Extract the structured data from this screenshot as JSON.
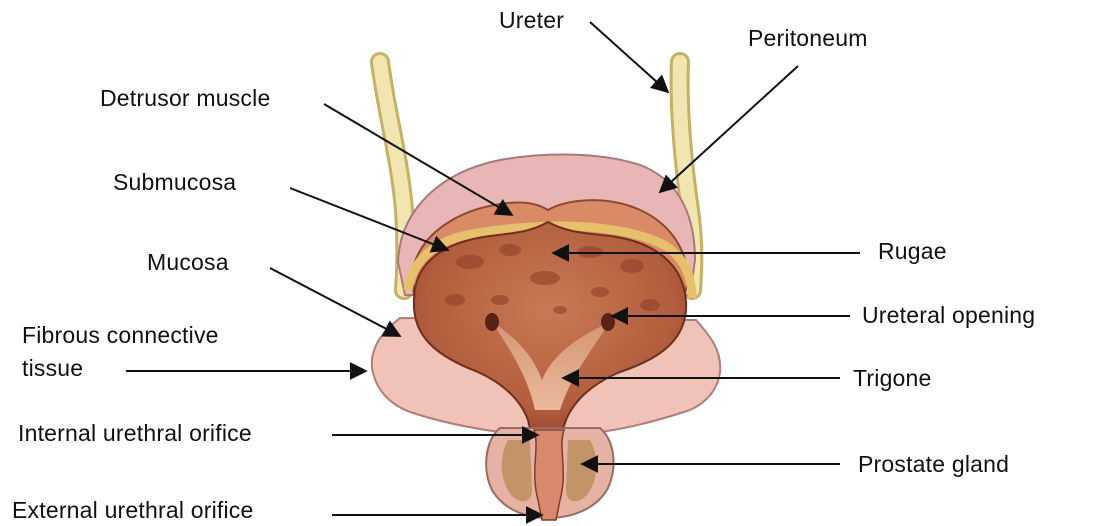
{
  "diagram": {
    "colors": {
      "background": "#ffffff",
      "ureter": "#efe3a6",
      "peritoneum": "#e8b8b6",
      "detrusor_muscle": "#d98a66",
      "submucosa": "#e9c474",
      "mucosa_interior": "#b5603f",
      "fibrous_tissue": "#f1c2b8",
      "prostate": "#e3ae9f",
      "leader_lines": "#111111"
    },
    "labels": {
      "ureter": "Ureter",
      "peritoneum": "Peritoneum",
      "detrusor_muscle": "Detrusor muscle",
      "submucosa": "Submucosa",
      "mucosa": "Mucosa",
      "fibrous_connective_tissue_line1": "Fibrous connective",
      "fibrous_connective_tissue_line2": "tissue",
      "internal_urethral_orifice": "Internal urethral orifice",
      "external_urethral_orifice": "External urethral orifice",
      "rugae": "Rugae",
      "ureteral_opening": "Ureteral opening",
      "trigone": "Trigone",
      "prostate_gland": "Prostate gland"
    }
  }
}
